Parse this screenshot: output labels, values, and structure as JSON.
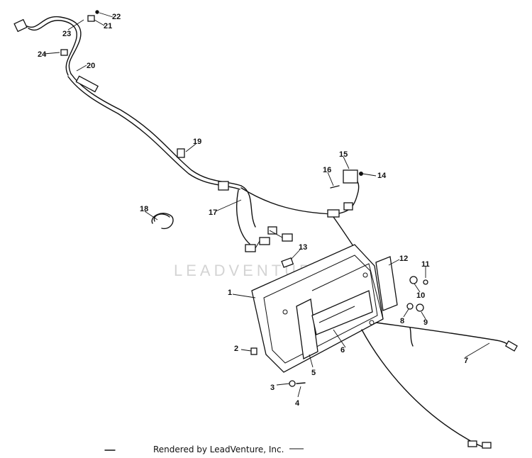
{
  "watermark": "LEADVENTURE",
  "footer": "Rendered by LeadVenture, Inc.",
  "callouts": [
    "1",
    "2",
    "3",
    "4",
    "5",
    "6",
    "7",
    "8",
    "9",
    "10",
    "11",
    "12",
    "13",
    "14",
    "15",
    "16",
    "17",
    "18",
    "19",
    "20",
    "21",
    "22",
    "23",
    "24"
  ],
  "colors": {
    "ink": "#111111",
    "watermark": "#d4d4d4",
    "background": "#ffffff"
  }
}
